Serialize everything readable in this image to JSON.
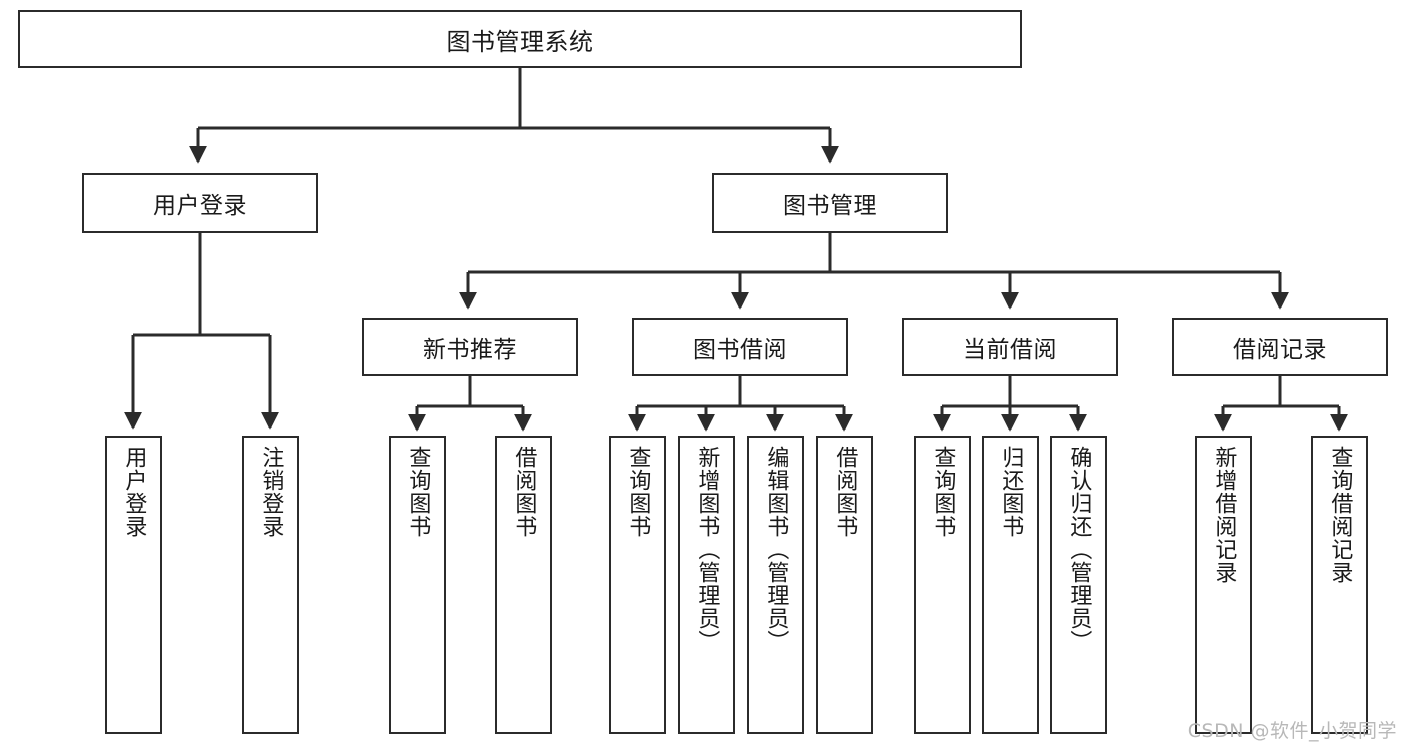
{
  "diagram": {
    "type": "tree-hierarchy-chart",
    "title": "图书管理系统",
    "watermark": "CSDN @软件_小贺同学",
    "colors": {
      "stroke": "#2b2b2b",
      "fill": "#ffffff",
      "text": "#1a1a1a",
      "watermark": "#b8b8b8"
    },
    "levels": {
      "root": {
        "label": "图书管理系统"
      },
      "level2": [
        {
          "label": "用户登录"
        },
        {
          "label": "图书管理"
        }
      ],
      "level3": [
        {
          "label": "新书推荐"
        },
        {
          "label": "图书借阅"
        },
        {
          "label": "当前借阅"
        },
        {
          "label": "借阅记录"
        }
      ],
      "leaves": {
        "user_login": [
          {
            "label": "用户登录"
          },
          {
            "label": "注销登录"
          }
        ],
        "new_book_recommend": [
          {
            "label": "查询图书"
          },
          {
            "label": "借阅图书"
          }
        ],
        "book_borrow": [
          {
            "label": "查询图书"
          },
          {
            "label": "新增图书（管理员）"
          },
          {
            "label": "编辑图书（管理员）"
          },
          {
            "label": "借阅图书"
          }
        ],
        "current_borrow": [
          {
            "label": "查询图书"
          },
          {
            "label": "归还图书"
          },
          {
            "label": "确认归还（管理员）"
          }
        ],
        "borrow_record": [
          {
            "label": "新增借阅记录"
          },
          {
            "label": "查询借阅记录"
          }
        ]
      }
    }
  }
}
